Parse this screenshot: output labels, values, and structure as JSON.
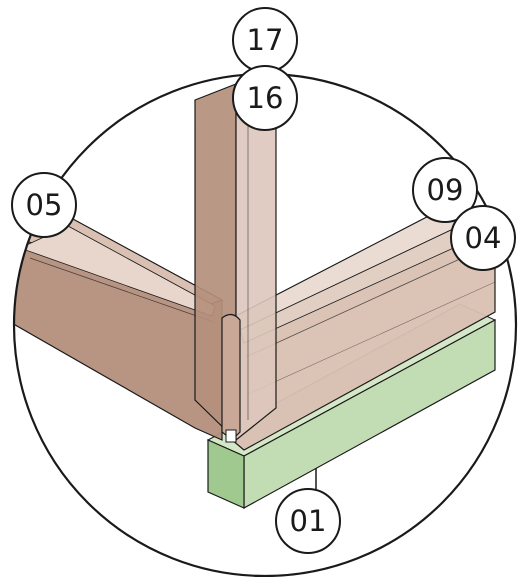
{
  "diagram": {
    "callouts": {
      "c17": "17",
      "c16": "16",
      "c05": "05",
      "c09": "09",
      "c04": "04",
      "c01": "01"
    },
    "colors": {
      "outline": "#1a1a1a",
      "board_left_front": "#b48f7c",
      "board_left_top": "#d9c0b2",
      "board_right_front": "#d9c0b2",
      "board_right_top": "#eadcd3",
      "post_dark": "#b48f7c",
      "post_light": "#ddc7bb",
      "base_front": "#c2dcb4",
      "base_side": "#9fc98e",
      "circle_fill": "#ffffff"
    }
  }
}
